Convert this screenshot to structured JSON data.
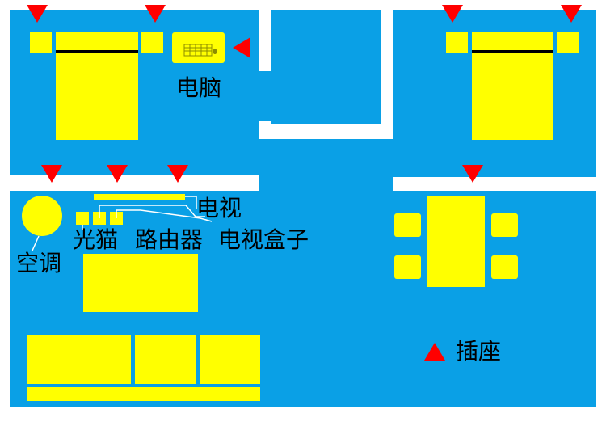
{
  "labels": {
    "computer": "电脑",
    "tv": "电视",
    "modem": "光猫",
    "router": "路由器",
    "tv_box": "电视盒子",
    "air_conditioner": "空调",
    "outlet_legend": "插座"
  },
  "colors": {
    "background": "#ffffff",
    "room": "#0aa0e6",
    "furniture": "#ffff00",
    "outlet_marker": "#ff0000",
    "text": "#000000"
  },
  "legend": {
    "outlet_marker_icon": "red-triangle-icon"
  }
}
